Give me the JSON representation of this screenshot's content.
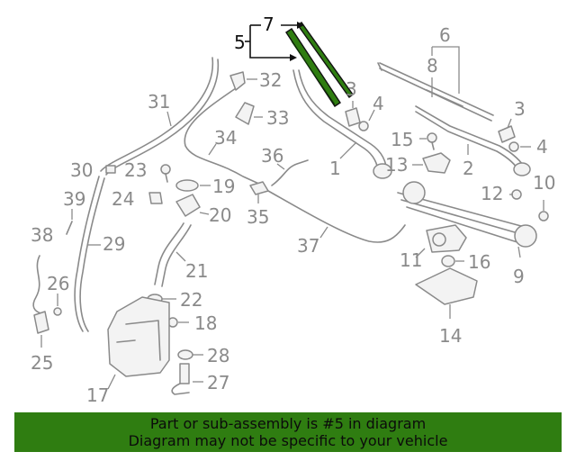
{
  "labels": {
    "l1": "1",
    "l2": "2",
    "l3a": "3",
    "l3b": "3",
    "l4a": "4",
    "l4b": "4",
    "l5": "5",
    "l6": "6",
    "l7": "7",
    "l8": "8",
    "l9": "9",
    "l10": "10",
    "l11": "11",
    "l12": "12",
    "l13": "13",
    "l14": "14",
    "l15": "15",
    "l16": "16",
    "l17": "17",
    "l18": "18",
    "l19": "19",
    "l20": "20",
    "l21": "21",
    "l22": "22",
    "l23": "23",
    "l24": "24",
    "l25": "25",
    "l26": "26",
    "l27": "27",
    "l28": "28",
    "l29": "29",
    "l30": "30",
    "l31": "31",
    "l32": "32",
    "l33": "33",
    "l34": "34",
    "l35": "35",
    "l36": "36",
    "l37": "37",
    "l38": "38",
    "l39": "39"
  },
  "banner": {
    "line1": "Part or sub-assembly is #5 in diagram",
    "line2": "Diagram may not be specific to your vehicle"
  },
  "colors": {
    "highlight": "#2f7d11",
    "part_line": "#8a8a8a",
    "banner_bg": "#2f7d11"
  }
}
